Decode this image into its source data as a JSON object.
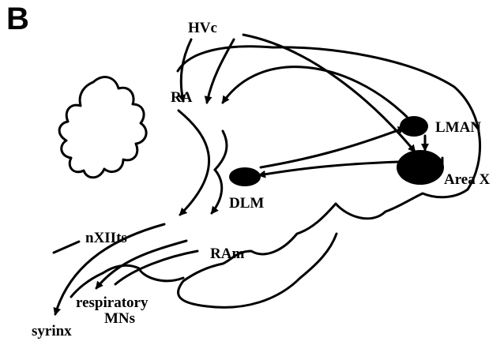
{
  "panel_label": "B",
  "nodes": {
    "hvc": "HVc",
    "ra": "RA",
    "lman": "LMAN",
    "area_x": "Area X",
    "dlm": "DLM",
    "nxiits": "nXIIts",
    "ram": "RAm",
    "respiratory_line1": "respiratory",
    "respiratory_line2": "MNs",
    "syrinx": "syrinx"
  },
  "colors": {
    "ink": "#000000",
    "background": "#ffffff"
  }
}
